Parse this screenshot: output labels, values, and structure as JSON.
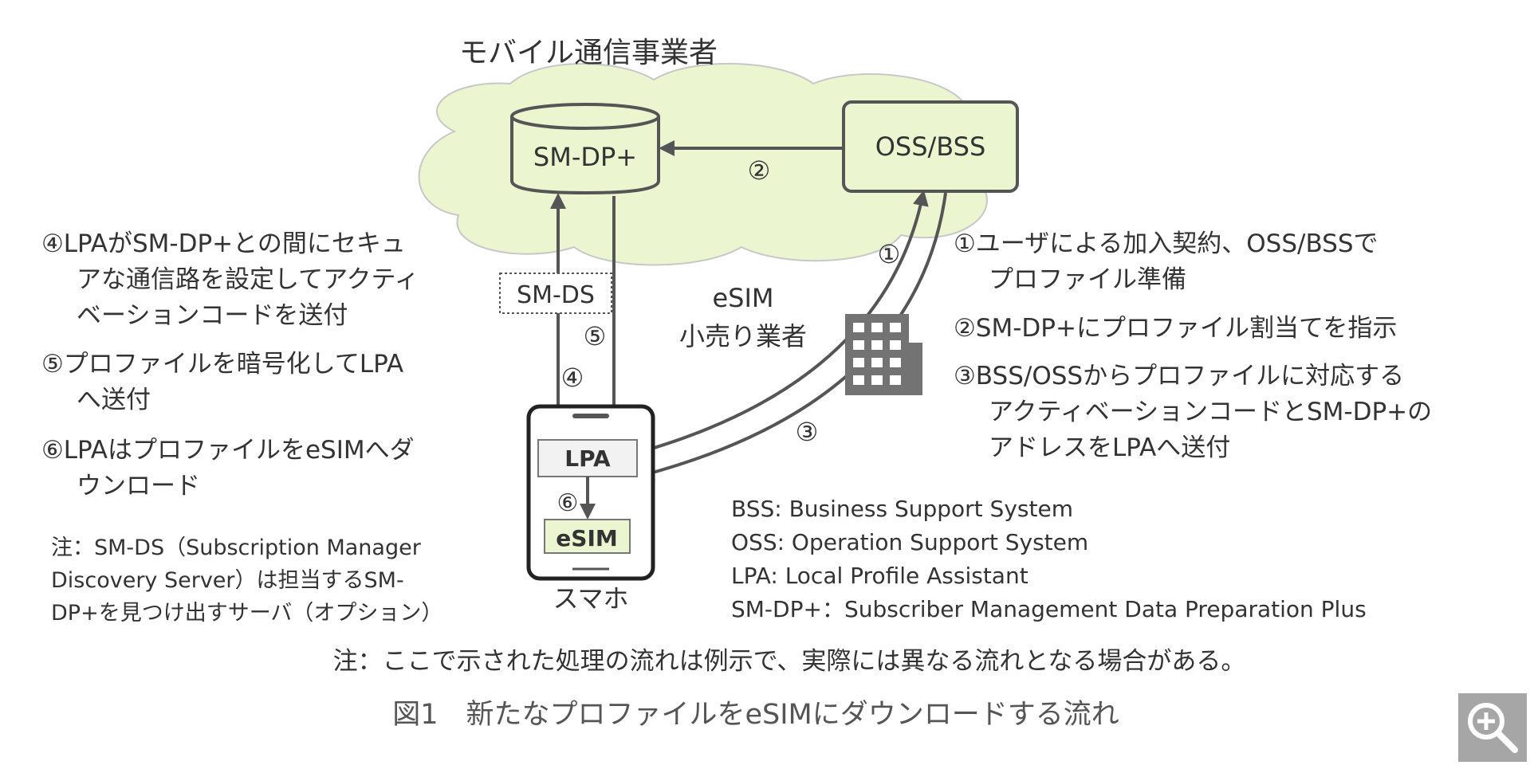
{
  "carrier": {
    "title": "モバイル通信事業者",
    "smdp_label": "SM-DP+",
    "ossbss_label": "OSS/BSS"
  },
  "retailer": {
    "line1": "eSIM",
    "line2": "小売り業者"
  },
  "smds_label": "SM-DS",
  "phone": {
    "lpa_label": "LPA",
    "esim_label": "eSIM",
    "caption": "スマホ"
  },
  "step_markers": {
    "s1": "①",
    "s2": "②",
    "s3": "③",
    "s4": "④",
    "s5": "⑤",
    "s6": "⑥"
  },
  "left_steps": {
    "s4_l1": "④LPAがSM-DP+との間にセキュ",
    "s4_l2": "アな通信路を設定してアクティ",
    "s4_l3": "ベーションコードを送付",
    "s5_l1": "⑤プロファイルを暗号化してLPA",
    "s5_l2": "へ送付",
    "s6_l1": "⑥LPAはプロファイルをeSIMへダ",
    "s6_l2": "ウンロード"
  },
  "right_steps": {
    "s1_l1": "①ユーザによる加入契約、OSS/BSSで",
    "s1_l2": "プロファイル準備",
    "s2_l1": "②SM-DP+にプロファイル割当てを指示",
    "s3_l1": "③BSS/OSSからプロファイルに対応する",
    "s3_l2": "アクティベーションコードとSM-DP+の",
    "s3_l3": "アドレスをLPAへ送付"
  },
  "note_smds": {
    "l1": "注：SM-DS（Subscription Manager",
    "l2": "Discovery Server）は担当するSM-",
    "l3": "DP+を見つけ出すサーバ（オプション）"
  },
  "glossary": {
    "bss": "BSS: Business Support System",
    "oss": "OSS: Operation Support System",
    "lpa": "LPA: Local Profile Assistant",
    "smdp": "SM-DP+：Subscriber Management Data Preparation Plus"
  },
  "note_flow": "注：ここで示された処理の流れは例示で、実際には異なる流れとなる場合がある。",
  "caption": "図1　新たなプロファイルをeSIMにダウンロードする流れ",
  "icons": {
    "building": "building-icon",
    "zoom": "zoom-in-icon"
  },
  "colors": {
    "cloud_fill": "#ebf5cf",
    "stroke": "#555555",
    "building": "#737373",
    "text": "#333333"
  }
}
